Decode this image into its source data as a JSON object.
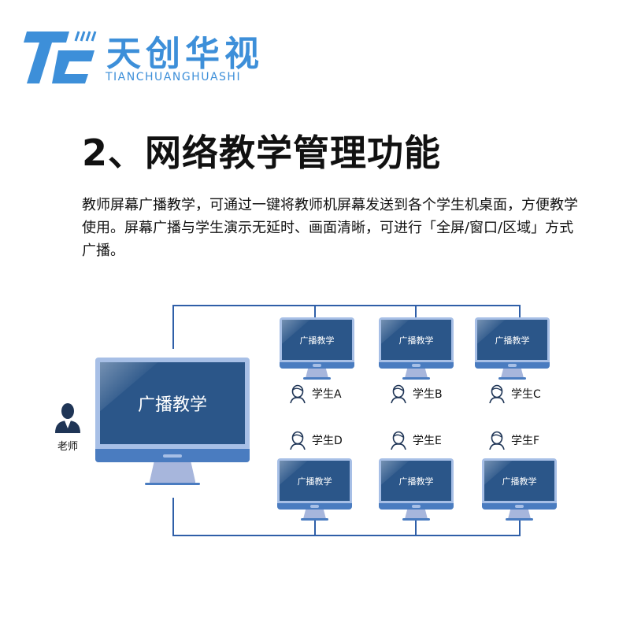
{
  "logo": {
    "cn": "天创华视",
    "en": "TIANCHUANGHUASHI",
    "mark": "TC",
    "color": "#3d8fd9"
  },
  "heading": "2、网络教学管理功能",
  "description": "教师屏幕广播教学，可通过一键将教师机屏幕发送到各个学生机桌面，方便教学使用。屏幕广播与学生演示无延时、画面清晰，可进行「全屏/窗口/区域」方式广播。",
  "diagram": {
    "teacher_label": "老师",
    "teacher_screen": "广播教学",
    "students": [
      {
        "name": "学生A",
        "screen": "广播教学"
      },
      {
        "name": "学生B",
        "screen": "广播教学"
      },
      {
        "name": "学生C",
        "screen": "广播教学"
      },
      {
        "name": "学生D",
        "screen": "广播教学"
      },
      {
        "name": "学生E",
        "screen": "广播教学"
      },
      {
        "name": "学生F",
        "screen": "广播教学"
      }
    ]
  }
}
